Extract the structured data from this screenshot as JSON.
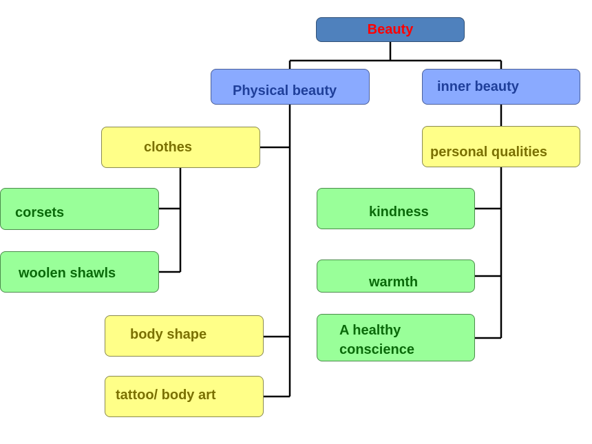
{
  "root": {
    "label": "Beauty"
  },
  "physical": {
    "label": "Physical beauty",
    "clothes": {
      "label": "clothes",
      "items": [
        "corsets",
        "woolen shawls"
      ]
    },
    "body_shape": "body shape",
    "tattoo": "tattoo/ body art"
  },
  "inner": {
    "label": "inner beauty",
    "qualities": {
      "label": "personal qualities",
      "items": [
        "kindness",
        "warmth",
        "A healthy\nconscience"
      ]
    }
  },
  "colors": {
    "root_fill": "#4f81bd",
    "root_text": "#ff0000",
    "level1_fill": "#8aaaff",
    "level2_fill": "#ffff88",
    "leaf_fill": "#99ff99",
    "connector": "#000000"
  }
}
